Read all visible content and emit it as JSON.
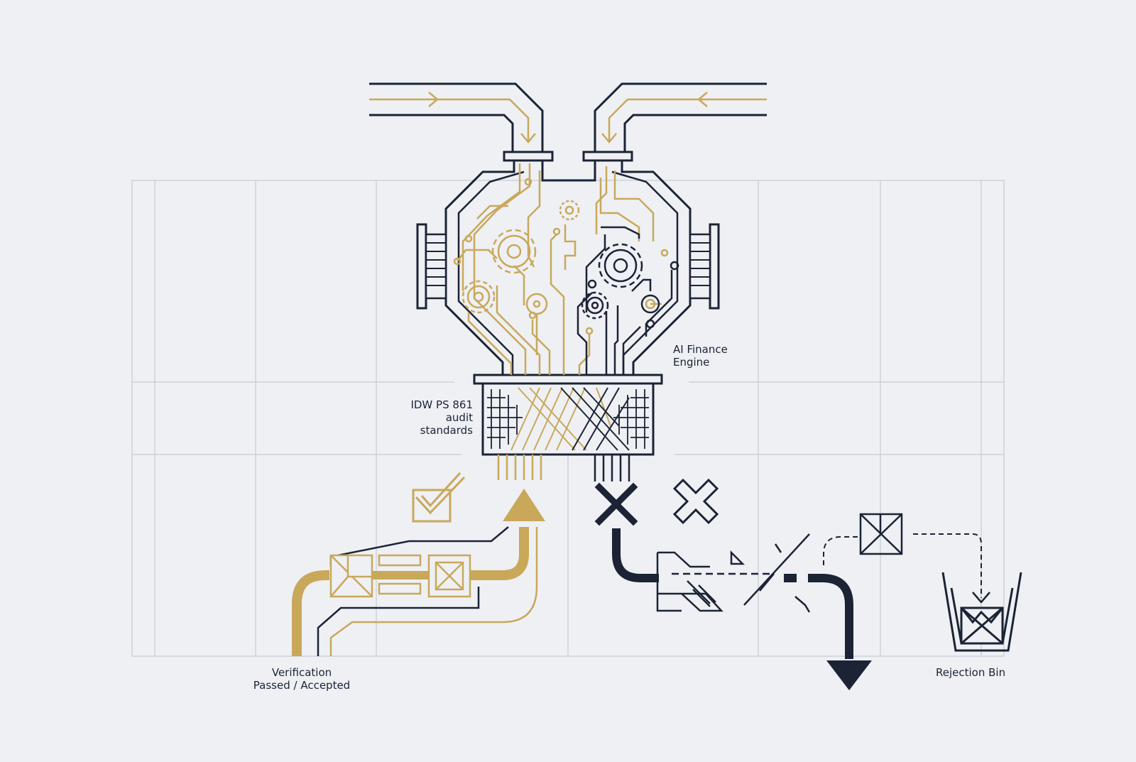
{
  "diagram": {
    "labels": {
      "engine": {
        "line1": "AI Finance",
        "line2": "Engine"
      },
      "standards": {
        "line1": "IDW PS 861",
        "line2": "audit",
        "line3": "standards"
      },
      "passed": {
        "line1": "Verification",
        "line2": "Passed / Accepted"
      },
      "rejected": {
        "line1": "Rejection Bin"
      }
    },
    "colors": {
      "navy": "#1b2335",
      "gold": "#c9a85a",
      "grid": "#c7cbd2",
      "background": "#eef0f4"
    },
    "icons": [
      "gear-icon",
      "check-mark-icon",
      "cross-mark-icon",
      "crossed-box-icon",
      "arrow-up-icon",
      "arrow-down-icon",
      "bin-icon"
    ]
  }
}
